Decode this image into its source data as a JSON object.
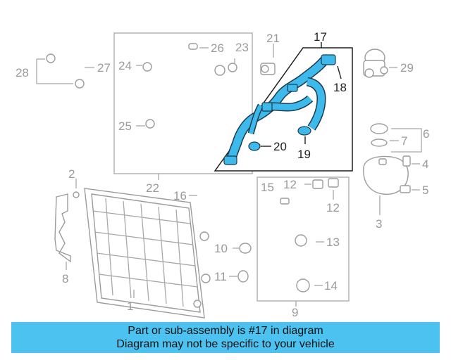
{
  "diagram": {
    "callouts": {
      "c1": "1",
      "c2": "2",
      "c3": "3",
      "c4": "4",
      "c5": "5",
      "c6": "6",
      "c7": "7",
      "c8": "8",
      "c9": "9",
      "c10": "10",
      "c11": "11",
      "c12a": "12",
      "c12b": "12",
      "c13": "13",
      "c14": "14",
      "c15": "15",
      "c16": "16",
      "c17": "17",
      "c18": "18",
      "c19": "19",
      "c20": "20",
      "c21": "21",
      "c22": "22",
      "c23": "23",
      "c24": "24",
      "c25": "25",
      "c26": "26",
      "c27": "27",
      "c28": "28",
      "c29": "29"
    },
    "highlight_color": "#3db9ec",
    "part_color": "#9c9c9c"
  },
  "banner": {
    "line1": "Part or sub-assembly is #17 in diagram",
    "line2": "Diagram may not be specific to your vehicle",
    "color": "#4cc2f0"
  }
}
